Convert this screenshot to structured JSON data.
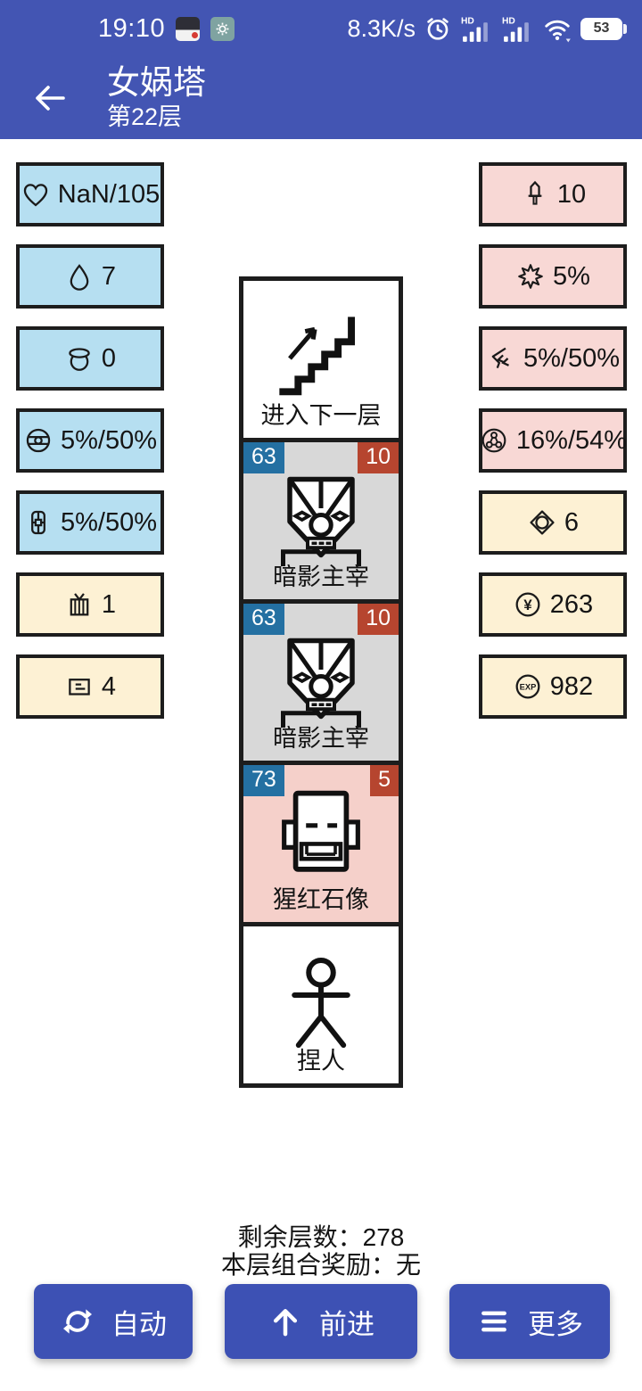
{
  "status_bar": {
    "time": "19:10",
    "net_speed": "8.3K/s",
    "hd_label": "HD",
    "battery_percent": "53"
  },
  "header": {
    "title": "女娲塔",
    "subtitle": "第22层"
  },
  "left_stats": [
    {
      "name": "hp",
      "icon": "heart-icon",
      "value": "NaN/105",
      "style": "blue"
    },
    {
      "name": "water",
      "icon": "drop-icon",
      "value": "7",
      "style": "blue"
    },
    {
      "name": "halo",
      "icon": "halo-icon",
      "value": "0",
      "style": "blue"
    },
    {
      "name": "ball",
      "icon": "ball-icon",
      "value": "5%/50%",
      "style": "blue"
    },
    {
      "name": "capsule",
      "icon": "capsule-icon",
      "value": "5%/50%",
      "style": "blue"
    },
    {
      "name": "basket",
      "icon": "basket-icon",
      "value": "1",
      "style": "cream"
    },
    {
      "name": "card",
      "icon": "card-icon",
      "value": "4",
      "style": "cream"
    }
  ],
  "right_stats": [
    {
      "name": "attack",
      "icon": "sword-icon",
      "value": "10",
      "style": "pink"
    },
    {
      "name": "crit",
      "icon": "burst-icon",
      "value": "5%",
      "style": "pink"
    },
    {
      "name": "deflect",
      "icon": "deflect-icon",
      "value": "5%/50%",
      "style": "pink"
    },
    {
      "name": "combo",
      "icon": "triple-orb-icon",
      "value": "16%/54%",
      "style": "pink"
    },
    {
      "name": "gem",
      "icon": "diamond-icon",
      "value": "6",
      "style": "cream"
    },
    {
      "name": "money",
      "icon": "yuan-icon",
      "value": "263",
      "style": "cream"
    },
    {
      "name": "exp",
      "icon": "exp-icon",
      "value": "982",
      "style": "cream"
    }
  ],
  "tiles": [
    {
      "type": "stairs",
      "label": "进入下一层"
    },
    {
      "type": "monster",
      "label": "暗影主宰",
      "blue_badge": "63",
      "red_badge": "10"
    },
    {
      "type": "monster",
      "label": "暗影主宰",
      "blue_badge": "63",
      "red_badge": "10"
    },
    {
      "type": "statue",
      "label": "猩红石像",
      "blue_badge": "73",
      "red_badge": "5"
    },
    {
      "type": "player",
      "label": "捏人"
    }
  ],
  "footer": {
    "remaining_label": "剩余层数：",
    "remaining_value": "278",
    "reward_label": "本层组合奖励：",
    "reward_value": "无",
    "buttons": [
      {
        "label": "自动",
        "icon": "refresh-icon"
      },
      {
        "label": "前进",
        "icon": "up-arrow-icon"
      },
      {
        "label": "更多",
        "icon": "menu-icon"
      }
    ]
  },
  "icons": {
    "yuan": "¥",
    "exp": "EXP"
  },
  "colors": {
    "top_blue": "#4355b3",
    "button_blue": "#3d51b4",
    "stat_blue": "#b6dff1",
    "stat_pink": "#f8d8d5",
    "stat_cream": "#fdf1d4",
    "tile_gray": "#d8d8d8",
    "tile_pink": "#f5d0ca",
    "badge_blue": "#2470a2",
    "badge_red": "#b6452f"
  }
}
